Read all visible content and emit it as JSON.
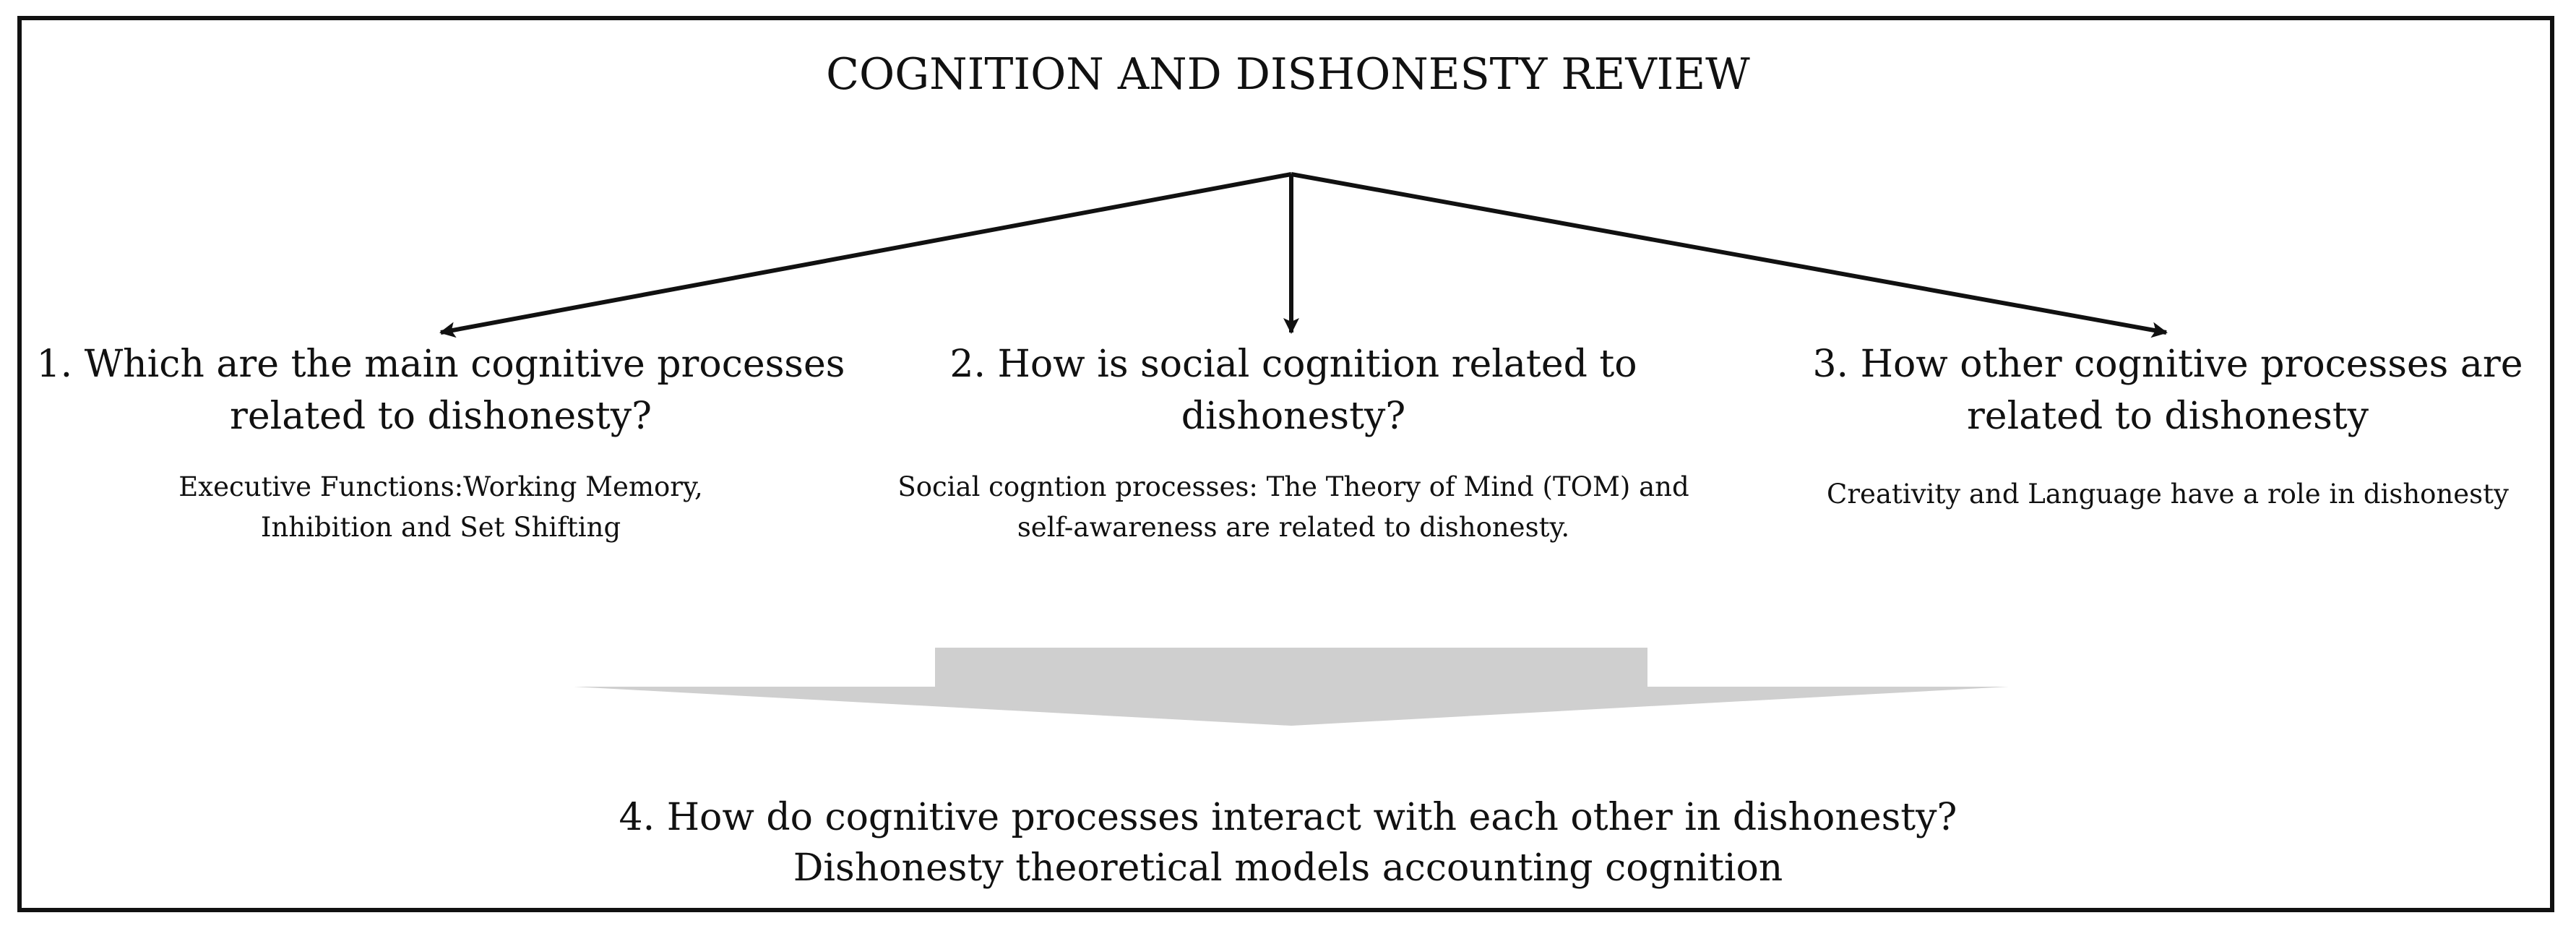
{
  "title": "COGNITION AND DISHONESTY REVIEW",
  "branches": [
    {
      "question": "1. Which are the main cognitive processes related to dishonesty?",
      "answer_lines": [
        "Executive Functions:Working Memory,",
        "Inhibition and Set Shifting"
      ]
    },
    {
      "question": "2. How is social cognition related to dishonesty?",
      "answer_lines": [
        "Social cogntion processes: The Theory of Mind (TOM) and",
        "self-awareness are related to dishonesty."
      ]
    },
    {
      "question": "3. How other cognitive processes are related to dishonesty",
      "answer_lines": [
        "Creativity and Language have a role in dishonesty"
      ]
    }
  ],
  "synthesis": {
    "line1": "4. How do cognitive processes interact with each other in dishonesty?",
    "line2": "Dishonesty theoretical models accounting cognition"
  },
  "colors": {
    "line": "#111111",
    "big_arrow": "#cfcfcf"
  }
}
